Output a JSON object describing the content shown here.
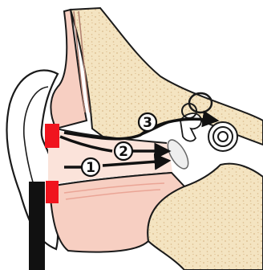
{
  "diagram": {
    "colors": {
      "background": "#ffffff",
      "bone": "#f4e4c1",
      "bone_speckle": "#d9b98a",
      "skin": "#f7cfc2",
      "skin_dark": "#eaa596",
      "canal": "#fbe3da",
      "outline": "#1a1a1a",
      "marker_red": "#f0141e",
      "stand": "#111111",
      "ossicle": "#ffffff"
    },
    "markers": [
      {
        "label": "1"
      },
      {
        "label": "2"
      },
      {
        "label": "3"
      }
    ]
  }
}
